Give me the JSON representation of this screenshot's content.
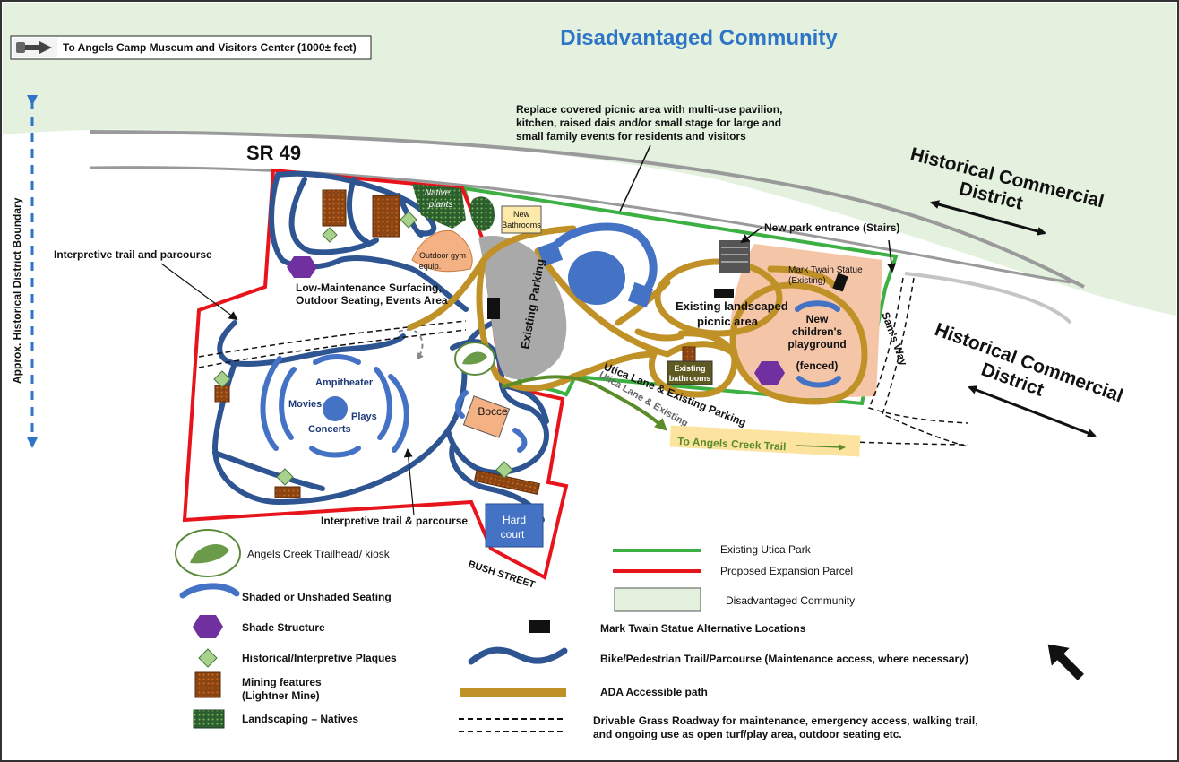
{
  "title": "Disadvantaged Community",
  "museum_sign": "To Angels Camp Museum and Visitors Center (1000± feet)",
  "historic_boundary": "Approx. Historical District Boundary",
  "road_sr49": "SR 49",
  "historical_district_1": [
    "Historical Commercial",
    "District"
  ],
  "historical_district_2": [
    "Historical Commercial",
    "District"
  ],
  "pavilion_note": [
    "Replace covered picnic area with multi-use pavilion,",
    "kitchen, raised dais and/or small stage for large and",
    "small family events for residents and visitors"
  ],
  "labels": {
    "interp_trail_top": "Interpretive trail and parcourse",
    "interp_trail_bottom": "Interpretive trail & parcourse",
    "low_maint": [
      "Low-Maintenance Surfacing,",
      "Outdoor Seating,  Events Area"
    ],
    "native_plants": [
      "Native",
      "plants"
    ],
    "new_bathrooms": [
      "New",
      "Bathrooms"
    ],
    "outdoor_gym": [
      "Outdoor gym",
      "equip."
    ],
    "existing_parking": "Existing Parking",
    "new_park_entrance": "New park entrance (Stairs)",
    "mark_twain_statue": [
      "Mark Twain Statue",
      "(Existing)"
    ],
    "existing_picnic": [
      "Existing landscaped",
      "picnic area"
    ],
    "new_playground": [
      "New",
      "children's",
      "playground"
    ],
    "fenced": "(fenced)",
    "existing_bathrooms": [
      "Existing",
      "bathrooms"
    ],
    "sams_way": "Sam's Way",
    "utica_lane": "Utica Lane & Existing Parking",
    "utica_lane_faint": "Utica Lane & Existing",
    "to_creek_trail": "To Angels Creek Trail",
    "amphitheater": "Ampitheater",
    "movies": "Movies",
    "plays": "Plays",
    "concerts": "Concerts",
    "bocce": "Bocce",
    "hard_court": [
      "Hard",
      "court"
    ],
    "bush_street": "BUSH STREET"
  },
  "legend_left": [
    {
      "label": "Angels Creek Trailhead/ kiosk"
    },
    {
      "label": "Shaded or Unshaded Seating"
    },
    {
      "label": "Shade Structure"
    },
    {
      "label": "Historical/Interpretive Plaques"
    },
    {
      "label": [
        "Mining features",
        "(Lightner Mine)"
      ]
    },
    {
      "label": "Landscaping – Natives"
    }
  ],
  "legend_right": [
    {
      "label": "Existing Utica Park"
    },
    {
      "label": "Proposed Expansion Parcel"
    },
    {
      "label": "Disadvantaged Community"
    },
    {
      "label": "Mark Twain Statue Alternative Locations"
    },
    {
      "label": "Bike/Pedestrian Trail/Parcourse  (Maintenance access, where necessary)"
    },
    {
      "label": "ADA Accessible path"
    },
    {
      "label": [
        "Drivable Grass Roadway for maintenance, emergency access, walking trail,",
        "and ongoing use as open turf/play area, outdoor seating etc."
      ]
    }
  ],
  "colors": {
    "community": "#e3f1de",
    "existing_park": "#3cb043",
    "expansion": "#e8141c",
    "trail": "#2e5591",
    "ada": "#bf9127",
    "title": "#2e75c7",
    "parking": "#a9a9a9",
    "playground": "#f5c5a8",
    "shade": "#7030a0",
    "plaque": "#a9d18e",
    "mining": "#8b4513",
    "natives": "#2e6b2e",
    "court": "#4472c4",
    "bocce": "#f4b183",
    "creek_trail": "#fce4a0"
  }
}
